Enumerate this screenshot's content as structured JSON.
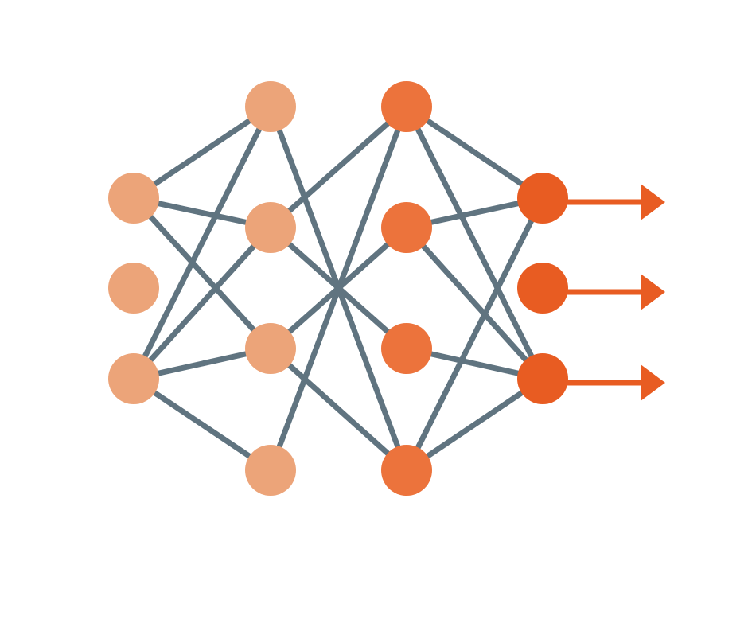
{
  "colors": {
    "edge": "#607480",
    "input_node": "#eca479",
    "hidden1_node": "#eca479",
    "hidden2_node": "#ec733c",
    "output_node": "#e85c22",
    "arrow": "#e85c22",
    "background": "#ffffff"
  },
  "network": {
    "layers": [
      {
        "name": "input",
        "node_count": 3
      },
      {
        "name": "hidden-1",
        "node_count": 4
      },
      {
        "name": "hidden-2",
        "node_count": 4
      },
      {
        "name": "output",
        "node_count": 3
      }
    ],
    "connections": [
      {
        "from": "in-0",
        "to": "h1-0"
      },
      {
        "from": "in-0",
        "to": "h1-1"
      },
      {
        "from": "in-0",
        "to": "h1-2"
      },
      {
        "from": "in-2",
        "to": "h1-0"
      },
      {
        "from": "in-2",
        "to": "h1-1"
      },
      {
        "from": "in-2",
        "to": "h1-2"
      },
      {
        "from": "in-2",
        "to": "h1-3"
      },
      {
        "from": "h1-0",
        "to": "h2-3"
      },
      {
        "from": "h1-1",
        "to": "h2-0"
      },
      {
        "from": "h1-1",
        "to": "h2-2"
      },
      {
        "from": "h1-2",
        "to": "h2-1"
      },
      {
        "from": "h1-2",
        "to": "h2-3"
      },
      {
        "from": "h1-3",
        "to": "h2-0"
      },
      {
        "from": "h2-0",
        "to": "out-0"
      },
      {
        "from": "h2-0",
        "to": "out-2"
      },
      {
        "from": "h2-1",
        "to": "out-0"
      },
      {
        "from": "h2-1",
        "to": "out-2"
      },
      {
        "from": "h2-2",
        "to": "out-2"
      },
      {
        "from": "h2-3",
        "to": "out-0"
      },
      {
        "from": "h2-3",
        "to": "out-2"
      }
    ],
    "output_arrows": 3
  }
}
